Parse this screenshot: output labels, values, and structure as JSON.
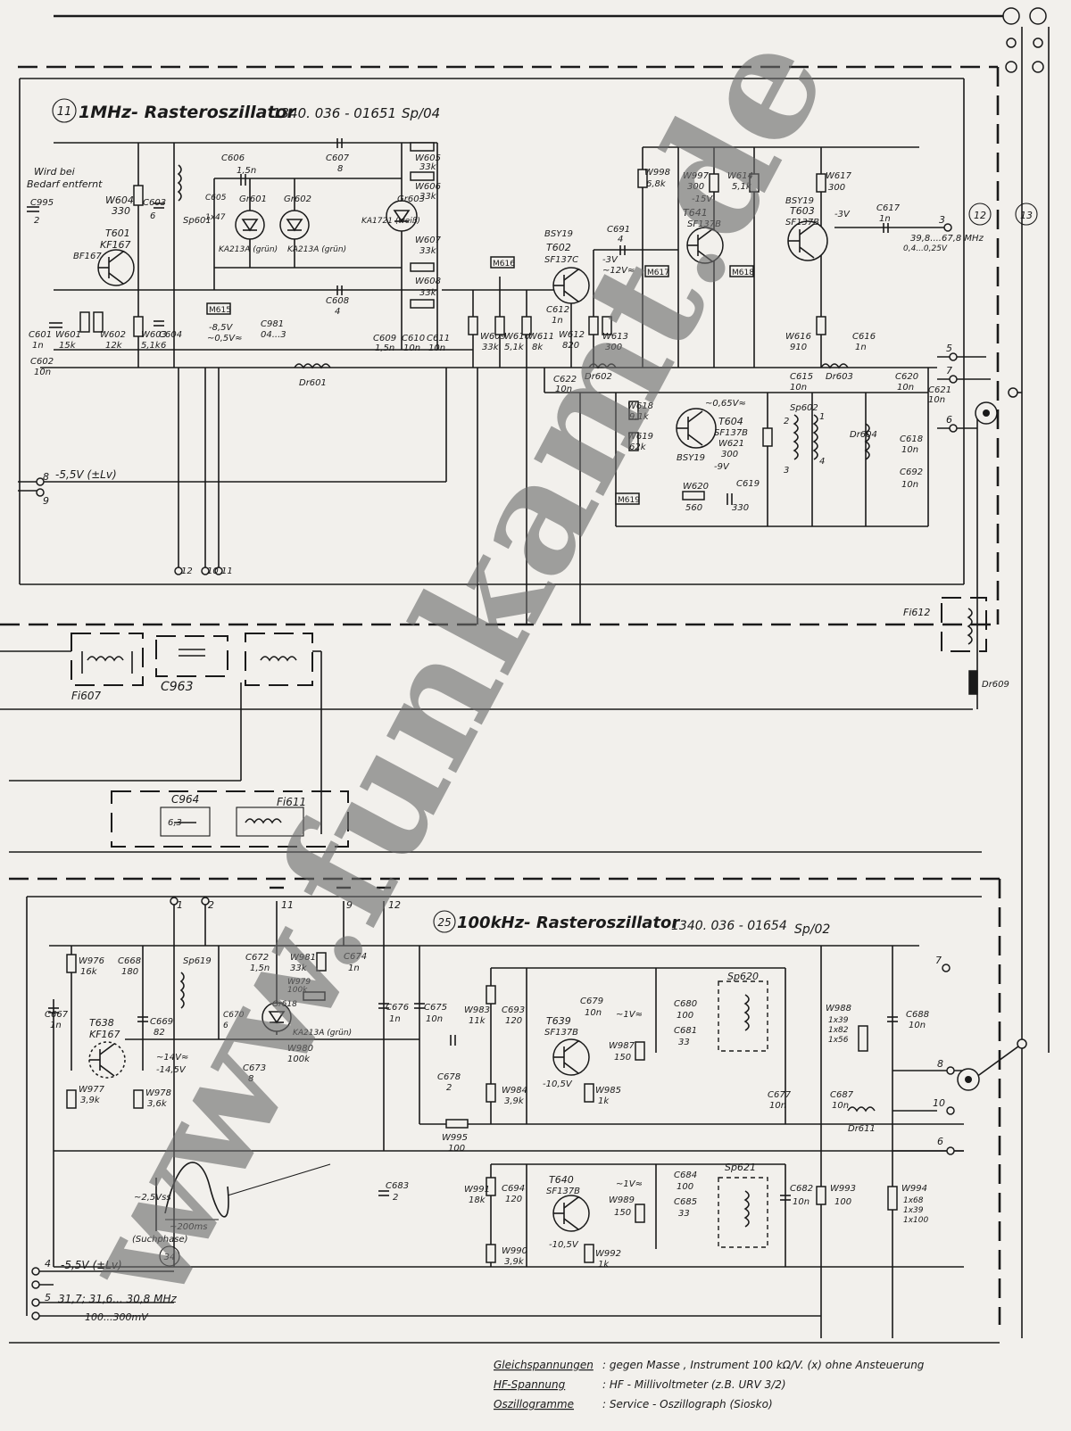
{
  "module_top": {
    "number": "11",
    "title": "1MHz- Rasteroszillator",
    "part_no": "1340. 036 - 01651",
    "revision": "Sp/04",
    "note": "Wird bei Bedarf entfernt",
    "supply_terminal": "8",
    "supply_terminal_b": "9",
    "supply_label": "-5,5V (±Lv)",
    "output_label": "39,8....67,8 MHz",
    "output_level": "0,4...0,25V",
    "terminals": [
      "12",
      "10",
      "11",
      "3",
      "5",
      "7",
      "6"
    ],
    "side_circles": [
      "12",
      "13"
    ]
  },
  "module_bottom": {
    "number": "25",
    "title": "100kHz- Rasteroszillator",
    "part_no": "1340. 036 - 01654",
    "revision": "Sp/02",
    "terminals": [
      "1",
      "2",
      "11",
      "9",
      "12",
      "7",
      "8",
      "10",
      "6"
    ],
    "supply_terminal": "4",
    "supply_label": "-5,5V (±Lv)",
    "input_terminal": "5",
    "input_label": "31,7; 31,6... 30,8 MHz",
    "input_level": "100...300mV",
    "waveform_amplitude": "~2,5Vss",
    "waveform_period": "~200ms",
    "waveform_note": "(Suchphase)",
    "waveform_ref": "34"
  },
  "components_top": [
    {
      "id": "T601",
      "value": "KF167",
      "alt": "BF167"
    },
    {
      "id": "T602",
      "value": "SF137C",
      "alt": "BSY19"
    },
    {
      "id": "T603",
      "value": "SF137B",
      "alt": "BSY19"
    },
    {
      "id": "T604",
      "value": "SF137B",
      "alt": "BSY19"
    },
    {
      "id": "T641",
      "value": "SF137B",
      "alt": ""
    },
    {
      "id": "W604",
      "value": "330"
    },
    {
      "id": "W601",
      "value": "15k"
    },
    {
      "id": "W602",
      "value": "12k"
    },
    {
      "id": "W603",
      "value": "5,1k"
    },
    {
      "id": "W605",
      "value": "33k"
    },
    {
      "id": "W606",
      "value": "33k"
    },
    {
      "id": "W607",
      "value": "33k"
    },
    {
      "id": "W608",
      "value": "33k"
    },
    {
      "id": "W609",
      "value": "33k"
    },
    {
      "id": "W610",
      "value": "5,1k"
    },
    {
      "id": "W611",
      "value": "8k"
    },
    {
      "id": "W612",
      "value": "820"
    },
    {
      "id": "W613",
      "value": "300"
    },
    {
      "id": "W614",
      "value": "5,1k"
    },
    {
      "id": "W616",
      "value": "910"
    },
    {
      "id": "W617",
      "value": "300"
    },
    {
      "id": "W618",
      "value": "9,1k"
    },
    {
      "id": "W619",
      "value": "62k"
    },
    {
      "id": "W620",
      "value": "560"
    },
    {
      "id": "W621",
      "value": "300"
    },
    {
      "id": "W997",
      "value": "300"
    },
    {
      "id": "W998",
      "value": "6,8k"
    },
    {
      "id": "C601",
      "value": "1n"
    },
    {
      "id": "C602",
      "value": "10n"
    },
    {
      "id": "C603",
      "value": "6"
    },
    {
      "id": "C604",
      "value": "6"
    },
    {
      "id": "C605",
      "value": "1x47"
    },
    {
      "id": "C606",
      "value": "1,5n"
    },
    {
      "id": "C607",
      "value": "8"
    },
    {
      "id": "C608",
      "value": "4"
    },
    {
      "id": "C609",
      "value": "1,5n"
    },
    {
      "id": "C610",
      "value": "10n"
    },
    {
      "id": "C611",
      "value": "10n"
    },
    {
      "id": "C612",
      "value": "1n"
    },
    {
      "id": "C615",
      "value": "10n"
    },
    {
      "id": "C616",
      "value": "1n"
    },
    {
      "id": "C617",
      "value": "1n"
    },
    {
      "id": "C618",
      "value": "10n"
    },
    {
      "id": "C619",
      "value": "330"
    },
    {
      "id": "C620",
      "value": "10n"
    },
    {
      "id": "C621",
      "value": "10n"
    },
    {
      "id": "C622",
      "value": "10n"
    },
    {
      "id": "C691",
      "value": "4"
    },
    {
      "id": "C692",
      "value": "10n"
    },
    {
      "id": "C981",
      "value": "04...3"
    },
    {
      "id": "C995",
      "value": "2"
    },
    {
      "id": "Gr601",
      "value": "KA213A (grün)"
    },
    {
      "id": "Gr602",
      "value": "KA213A (grün)"
    },
    {
      "id": "Gr603",
      "value": "KA1721 (weiß)"
    },
    {
      "id": "Dr601",
      "value": ""
    },
    {
      "id": "Dr602",
      "value": ""
    },
    {
      "id": "Dr603",
      "value": ""
    },
    {
      "id": "Dr604",
      "value": ""
    },
    {
      "id": "Sp601",
      "value": ""
    },
    {
      "id": "Sp602",
      "value": ""
    }
  ],
  "components_mid": [
    {
      "id": "Fi607",
      "value": ""
    },
    {
      "id": "C963",
      "value": ""
    },
    {
      "id": "Fi612",
      "value": ""
    },
    {
      "id": "Dr609",
      "value": ""
    },
    {
      "id": "C964",
      "value": "6,3"
    },
    {
      "id": "Fi611",
      "value": ""
    }
  ],
  "components_bottom": [
    {
      "id": "T638",
      "value": "KF167"
    },
    {
      "id": "T639",
      "value": "SF137B"
    },
    {
      "id": "T640",
      "value": "SF137B"
    },
    {
      "id": "W976",
      "value": "16k"
    },
    {
      "id": "W977",
      "value": "3,9k"
    },
    {
      "id": "W978",
      "value": "3,6k"
    },
    {
      "id": "W979",
      "value": "100k"
    },
    {
      "id": "W980",
      "value": "100k"
    },
    {
      "id": "W981",
      "value": "33k"
    },
    {
      "id": "W983",
      "value": "11k"
    },
    {
      "id": "W984",
      "value": "3,9k"
    },
    {
      "id": "W985",
      "value": "1k"
    },
    {
      "id": "W987",
      "value": "150"
    },
    {
      "id": "W988",
      "value": "1x39 1x82 1x56"
    },
    {
      "id": "W989",
      "value": "150"
    },
    {
      "id": "W990",
      "value": "3,9k"
    },
    {
      "id": "W991",
      "value": "18k"
    },
    {
      "id": "W992",
      "value": "1k"
    },
    {
      "id": "W993",
      "value": "100"
    },
    {
      "id": "W994",
      "value": "1x68 1x39 1x100"
    },
    {
      "id": "W995",
      "value": "100"
    },
    {
      "id": "C667",
      "value": "1n"
    },
    {
      "id": "C668",
      "value": "180"
    },
    {
      "id": "C669",
      "value": "82"
    },
    {
      "id": "C670",
      "value": "6"
    },
    {
      "id": "C672",
      "value": "1,5n"
    },
    {
      "id": "C673",
      "value": "8"
    },
    {
      "id": "C674",
      "value": "1n"
    },
    {
      "id": "C675",
      "value": "10n"
    },
    {
      "id": "C676",
      "value": "1n"
    },
    {
      "id": "C677",
      "value": "10n"
    },
    {
      "id": "C678",
      "value": "2"
    },
    {
      "id": "C679",
      "value": "10n"
    },
    {
      "id": "C680",
      "value": "100"
    },
    {
      "id": "C681",
      "value": "33"
    },
    {
      "id": "C682",
      "value": "10n"
    },
    {
      "id": "C683",
      "value": "2"
    },
    {
      "id": "C684",
      "value": "100"
    },
    {
      "id": "C685",
      "value": "33"
    },
    {
      "id": "C687",
      "value": "10n"
    },
    {
      "id": "C688",
      "value": "10n"
    },
    {
      "id": "C693",
      "value": "120"
    },
    {
      "id": "C694",
      "value": "120"
    },
    {
      "id": "Gr618",
      "value": "KA213A (grün)"
    },
    {
      "id": "Dr611",
      "value": ""
    },
    {
      "id": "Sp619",
      "value": ""
    },
    {
      "id": "Sp620",
      "value": ""
    },
    {
      "id": "Sp621",
      "value": ""
    }
  ],
  "voltages": {
    "v_top_1": "-8,5V",
    "v_top_2": "~0,5V≈",
    "v_top_3": "-3V",
    "v_top_4": "~12V≈",
    "v_top_5": "-15V",
    "v_top_6": "-3V",
    "v_top_7": "-9V",
    "v_top_8": "~0,65V≈",
    "v_bot_1": "~14V≈",
    "v_bot_2": "-14,5V",
    "v_bot_3": "-10,5V",
    "v_bot_4": "-10,5V",
    "v_bot_5": "~1V≈",
    "v_bot_6": "~1V≈"
  },
  "meas_points": [
    "M615",
    "M616",
    "M617",
    "M618",
    "M619"
  ],
  "footnote": {
    "line1_key": "Gleichspannungen",
    "line1_text": ": gegen Masse , Instrument 100 kΩ/V. (x) ohne Ansteuerung",
    "line2_key": "HF-Spannung",
    "line2_text": ": HF - Millivoltmeter (z.B. URV 3/2)",
    "line3_key": "Oszillogramme",
    "line3_text": ": Service - Oszillograph (Siosko)"
  },
  "watermark": "www.funkamt.de"
}
